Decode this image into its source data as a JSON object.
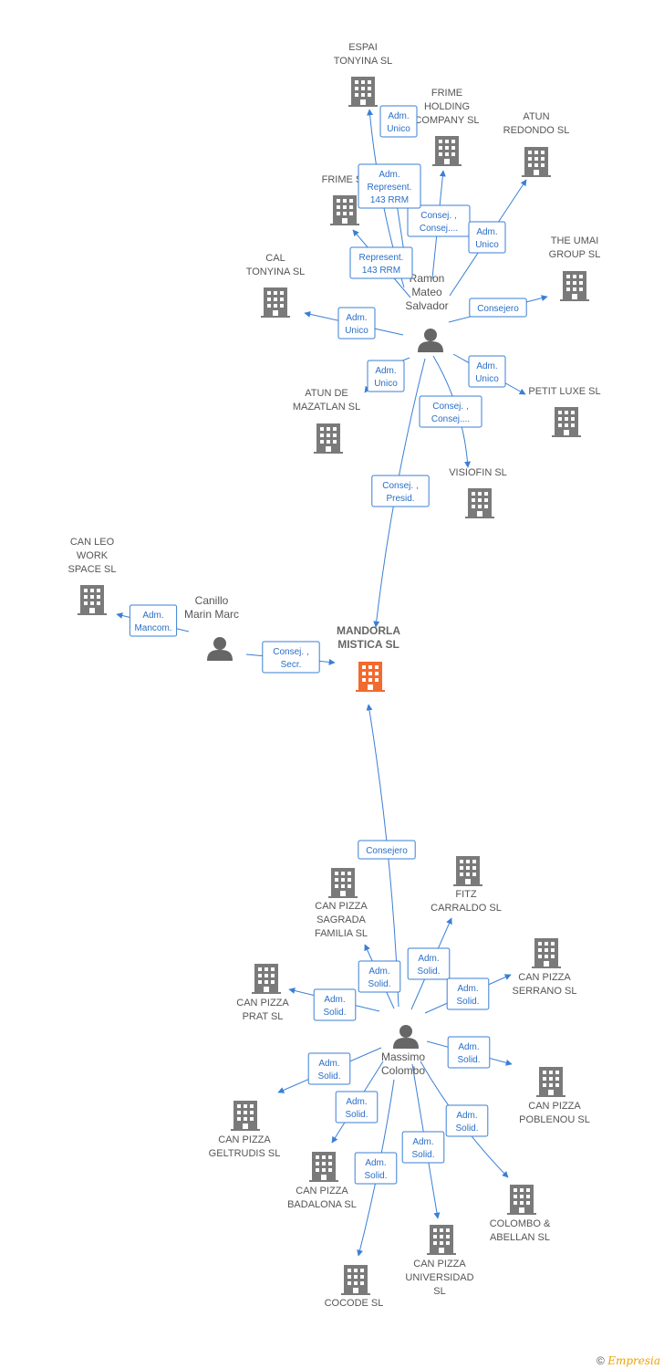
{
  "colors": {
    "edge": "#3a7fd5",
    "building": "#7a7a7a",
    "main_building": "#f26a2e",
    "person": "#666666"
  },
  "nodes": [
    {
      "id": "espai",
      "type": "company",
      "label": [
        "ESPAI",
        "TONYINA  SL"
      ]
    },
    {
      "id": "frime_holding",
      "type": "company",
      "label": [
        "FRIME",
        "HOLDING",
        "COMPANY  SL"
      ]
    },
    {
      "id": "atun_redondo",
      "type": "company",
      "label": [
        "ATUN",
        "REDONDO  SL"
      ]
    },
    {
      "id": "frime_sl",
      "type": "company",
      "label": [
        "FRIME  SL"
      ]
    },
    {
      "id": "the_umai",
      "type": "company",
      "label": [
        "THE UMAI",
        "GROUP  SL"
      ]
    },
    {
      "id": "cal_tonyina",
      "type": "company",
      "label": [
        "CAL",
        "TONYINA  SL"
      ]
    },
    {
      "id": "atun_mazatlan",
      "type": "company",
      "label": [
        "ATUN DE",
        "MAZATLAN  SL"
      ]
    },
    {
      "id": "petit_luxe",
      "type": "company",
      "label": [
        "PETIT LUXE  SL"
      ]
    },
    {
      "id": "visiofin",
      "type": "company",
      "label": [
        "VISIOFIN  SL"
      ]
    },
    {
      "id": "ramon",
      "type": "person",
      "label": [
        "Ramon",
        "Mateo",
        "Salvador"
      ]
    },
    {
      "id": "can_leo",
      "type": "company",
      "label": [
        "CAN LEO",
        "WORK",
        "SPACE  SL"
      ]
    },
    {
      "id": "canillo",
      "type": "person",
      "label": [
        "Canillo",
        "Marin Marc"
      ]
    },
    {
      "id": "mandorla",
      "type": "main",
      "label": [
        "MANDORLA",
        "MISTICA  SL"
      ]
    },
    {
      "id": "fitz",
      "type": "company",
      "label": [
        "FITZ",
        "CARRALDO  SL"
      ]
    },
    {
      "id": "cp_sagrada",
      "type": "company",
      "label": [
        "CAN PIZZA",
        "SAGRADA",
        "FAMILIA  SL"
      ]
    },
    {
      "id": "cp_serrano",
      "type": "company",
      "label": [
        "CAN PIZZA",
        "SERRANO  SL"
      ]
    },
    {
      "id": "cp_prat",
      "type": "company",
      "label": [
        "CAN PIZZA",
        "PRAT  SL"
      ]
    },
    {
      "id": "massimo",
      "type": "person",
      "label": [
        "Massimo",
        "Colombo"
      ]
    },
    {
      "id": "cp_poblenou",
      "type": "company",
      "label": [
        "CAN PIZZA",
        "POBLENOU  SL"
      ]
    },
    {
      "id": "cp_geltrudis",
      "type": "company",
      "label": [
        "CAN PIZZA",
        "GELTRUDIS  SL"
      ]
    },
    {
      "id": "cp_badalona",
      "type": "company",
      "label": [
        "CAN PIZZA",
        "BADALONA  SL"
      ]
    },
    {
      "id": "colombo_abellan",
      "type": "company",
      "label": [
        "COLOMBO &",
        "ABELLAN  SL"
      ]
    },
    {
      "id": "cp_universidad",
      "type": "company",
      "label": [
        "CAN PIZZA",
        "UNIVERSIDAD",
        "SL"
      ]
    },
    {
      "id": "cocode",
      "type": "company",
      "label": [
        "COCODE SL"
      ]
    }
  ],
  "edges": [
    {
      "from": "ramon",
      "to": "espai",
      "label": [
        "Adm.",
        "Unico"
      ]
    },
    {
      "from": "ramon",
      "to": "frime_holding",
      "label": [
        "Consej. ,",
        "Consej...."
      ]
    },
    {
      "from": "ramon",
      "to": "atun_redondo",
      "label": [
        "Adm.",
        "Unico"
      ]
    },
    {
      "from": "ramon",
      "to": "frime_sl",
      "label": [
        "Represent.",
        "143 RRM"
      ]
    },
    {
      "from": "ramon",
      "to": "frime_sl",
      "label": [
        "Adm.",
        "Represent.",
        "143 RRM"
      ]
    },
    {
      "from": "ramon",
      "to": "the_umai",
      "label": [
        "Consejero"
      ]
    },
    {
      "from": "ramon",
      "to": "cal_tonyina",
      "label": [
        "Adm.",
        "Unico"
      ]
    },
    {
      "from": "ramon",
      "to": "atun_mazatlan",
      "label": [
        "Adm.",
        "Unico"
      ]
    },
    {
      "from": "ramon",
      "to": "petit_luxe",
      "label": [
        "Adm.",
        "Unico"
      ]
    },
    {
      "from": "ramon",
      "to": "visiofin",
      "label": [
        "Consej. ,",
        "Consej...."
      ]
    },
    {
      "from": "ramon",
      "to": "mandorla",
      "label": [
        "Consej. ,",
        "Presid."
      ]
    },
    {
      "from": "canillo",
      "to": "can_leo",
      "label": [
        "Adm.",
        "Mancom."
      ]
    },
    {
      "from": "canillo",
      "to": "mandorla",
      "label": [
        "Consej. ,",
        "Secr."
      ]
    },
    {
      "from": "massimo",
      "to": "mandorla",
      "label": [
        "Consejero"
      ]
    },
    {
      "from": "massimo",
      "to": "cp_sagrada",
      "label": [
        "Adm.",
        "Solid."
      ]
    },
    {
      "from": "massimo",
      "to": "fitz",
      "label": [
        "Adm.",
        "Solid."
      ]
    },
    {
      "from": "massimo",
      "to": "cp_serrano",
      "label": [
        "Adm.",
        "Solid."
      ]
    },
    {
      "from": "massimo",
      "to": "cp_prat",
      "label": [
        "Adm.",
        "Solid."
      ]
    },
    {
      "from": "massimo",
      "to": "cp_poblenou",
      "label": [
        "Adm.",
        "Solid."
      ]
    },
    {
      "from": "massimo",
      "to": "cp_geltrudis",
      "label": [
        "Adm.",
        "Solid."
      ]
    },
    {
      "from": "massimo",
      "to": "cp_badalona",
      "label": [
        "Adm.",
        "Solid."
      ]
    },
    {
      "from": "massimo",
      "to": "colombo_abellan",
      "label": [
        "Adm.",
        "Solid."
      ]
    },
    {
      "from": "massimo",
      "to": "cp_universidad",
      "label": [
        "Adm.",
        "Solid."
      ]
    },
    {
      "from": "massimo",
      "to": "cocode",
      "label": [
        "Adm.",
        "Solid."
      ]
    }
  ],
  "footer": {
    "copyright": "©",
    "brand": "Empresia"
  }
}
